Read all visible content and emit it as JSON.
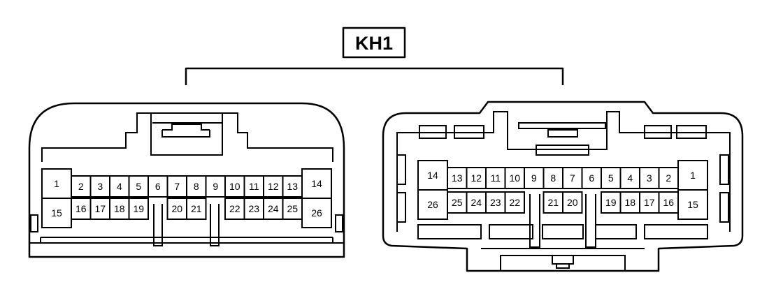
{
  "connector_title": "KH1",
  "left_connector": {
    "top_row": [
      "1",
      "2",
      "3",
      "4",
      "5",
      "6",
      "7",
      "8",
      "9",
      "10",
      "11",
      "12",
      "13",
      "14"
    ],
    "bottom_row": [
      "15",
      "16",
      "17",
      "18",
      "19",
      "20",
      "21",
      "22",
      "23",
      "24",
      "25",
      "26"
    ]
  },
  "right_connector": {
    "top_row": [
      "14",
      "13",
      "12",
      "11",
      "10",
      "9",
      "8",
      "7",
      "6",
      "5",
      "4",
      "3",
      "2",
      "1"
    ],
    "bottom_row": [
      "26",
      "25",
      "24",
      "23",
      "22",
      "21",
      "20",
      "19",
      "18",
      "17",
      "16",
      "15"
    ]
  }
}
